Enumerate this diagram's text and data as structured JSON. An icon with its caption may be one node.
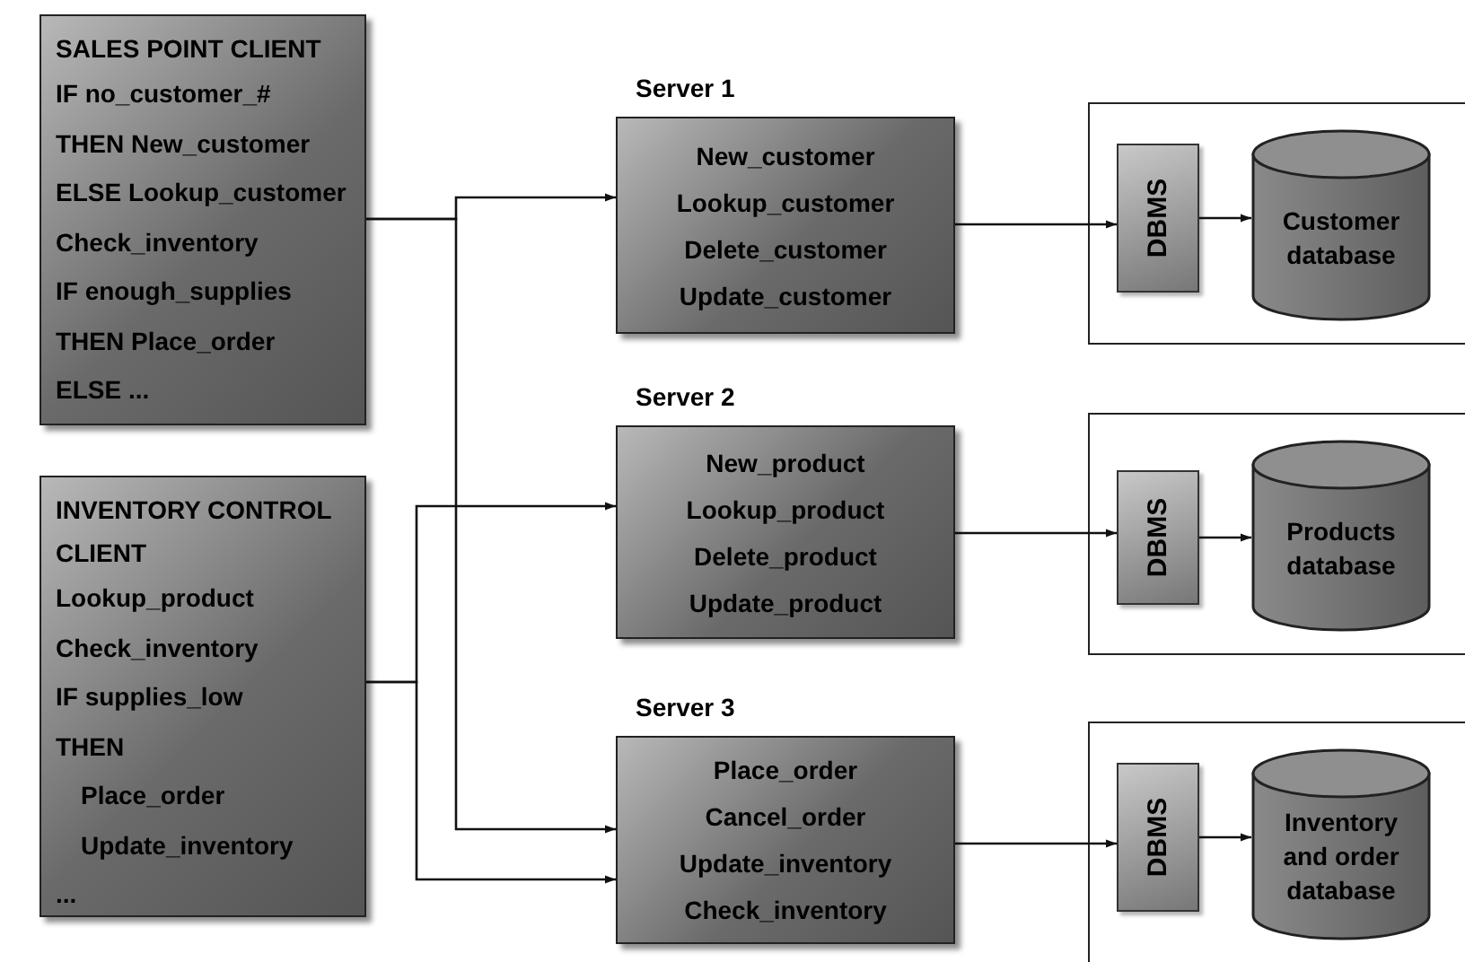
{
  "diagram": {
    "nodes": [
      {
        "text": [
          "SALES POINT CLIENT",
          "IF no_customer_#",
          "THEN New_customer",
          "ELSE Lookup_customer",
          "Check_inventory",
          "IF enough_supplies",
          "THEN Place_order",
          "ELSE ..."
        ]
      },
      {
        "text": [
          "INVENTORY CONTROL CLIENT",
          "Lookup_product",
          "Check_inventory",
          "IF supplies_low",
          "THEN",
          "Place_order",
          "Update_inventory",
          "..."
        ]
      },
      {
        "text": [
          "Server 1",
          "New_customer",
          "Lookup_customer",
          "Delete_customer",
          "Update_customer"
        ]
      },
      {
        "text": [
          "Server 2",
          "New_product",
          "Lookup_product",
          "Delete_product",
          "Update_product"
        ]
      },
      {
        "text": [
          "Server 3",
          "Place_order",
          "Cancel_order",
          "Update_inventory",
          "Check_inventory"
        ]
      },
      {
        "text": [],
        "shape": "box"
      },
      {
        "text": [
          "DBMS"
        ],
        "in": 5
      },
      {
        "text": [
          "Customer database"
        ],
        "in": 5
      },
      {
        "text": [],
        "shape": "box"
      },
      {
        "text": [
          "DBMS"
        ],
        "in": 8
      },
      {
        "text": [
          "Products database"
        ],
        "in": 8
      },
      {
        "text": [],
        "shape": "box"
      },
      {
        "text": [
          "DBMS"
        ],
        "in": 11
      },
      {
        "text": [
          "Inventory and order database"
        ],
        "in": 11
      }
    ],
    "edges": [
      {
        "from": 0,
        "to": 2,
        "arrow": "to"
      },
      {
        "from": 0,
        "to": 4,
        "arrow": "to"
      },
      {
        "from": 1,
        "to": 3,
        "arrow": "to"
      },
      {
        "from": 1,
        "to": 4,
        "arrow": "to"
      },
      {
        "from": 2,
        "to": 6,
        "arrow": "to"
      },
      {
        "from": 6,
        "to": 7,
        "arrow": "to"
      },
      {
        "from": 3,
        "to": 9,
        "arrow": "to"
      },
      {
        "from": 9,
        "to": 10,
        "arrow": "to"
      },
      {
        "from": 4,
        "to": 12,
        "arrow": "to"
      },
      {
        "from": 12,
        "to": 13,
        "arrow": "to"
      }
    ]
  }
}
